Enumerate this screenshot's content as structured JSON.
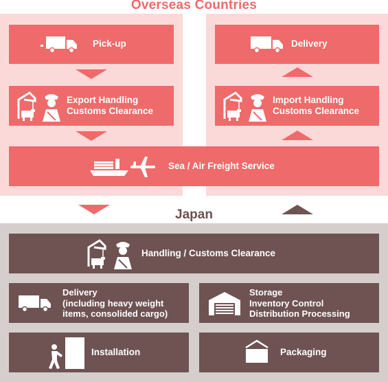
{
  "headings": {
    "overseas": "Overseas Countries",
    "japan": "Japan"
  },
  "overseas": {
    "export": {
      "pickup": "Pick-up",
      "handling": [
        "Export Handling",
        "Customs Clearance"
      ]
    },
    "import": {
      "delivery": "Delivery",
      "handling": [
        "Import Handling",
        "Customs Clearance"
      ]
    },
    "freight": "Sea / Air  Freight Service"
  },
  "japan": {
    "handling": "Handling / Customs Clearance",
    "delivery": [
      "Delivery",
      "(including heavy weight",
      "items, consolided cargo)"
    ],
    "storage": [
      "Storage",
      "Inventory Control",
      "Distribution Processing"
    ],
    "installation": "Installation",
    "packaging": "Packaging"
  },
  "icons": {
    "truck": "truck-icon",
    "crane": "crane-icon",
    "officer": "customs-officer-icon",
    "ship": "container-ship-icon",
    "plane": "airplane-icon",
    "warehouse": "warehouse-icon",
    "installation": "installation-worker-icon",
    "packaging": "package-box-icon"
  },
  "colors": {
    "overseas_panel": "#fbd9d9",
    "overseas_box": "#ef6a6a",
    "japan_panel": "#d5cecc",
    "japan_box": "#6e5352",
    "japan_title": "#6b5150"
  }
}
